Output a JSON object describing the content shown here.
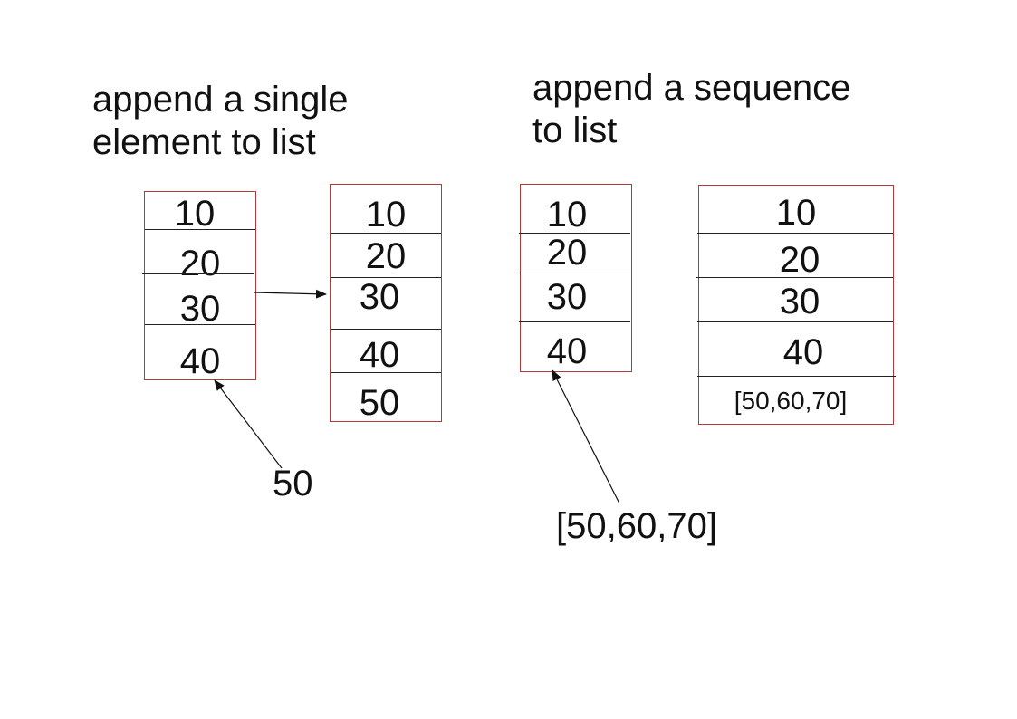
{
  "headings": {
    "left": [
      "append a single",
      "element to list"
    ],
    "right": [
      "append a sequence",
      "to list"
    ]
  },
  "lists": {
    "single_before": [
      "10",
      "20",
      "30",
      "40"
    ],
    "single_after": [
      "10",
      "20",
      "30",
      "40",
      "50"
    ],
    "sequence_before": [
      "10",
      "20",
      "30",
      "40"
    ],
    "sequence_after": [
      "10",
      "20",
      "30",
      "40",
      "[50,60,70]"
    ]
  },
  "appended": {
    "single": "50",
    "sequence": "[50,60,70]"
  },
  "colors": {
    "box_border": "#b03a3a",
    "line": "#222222",
    "text": "#111111"
  }
}
